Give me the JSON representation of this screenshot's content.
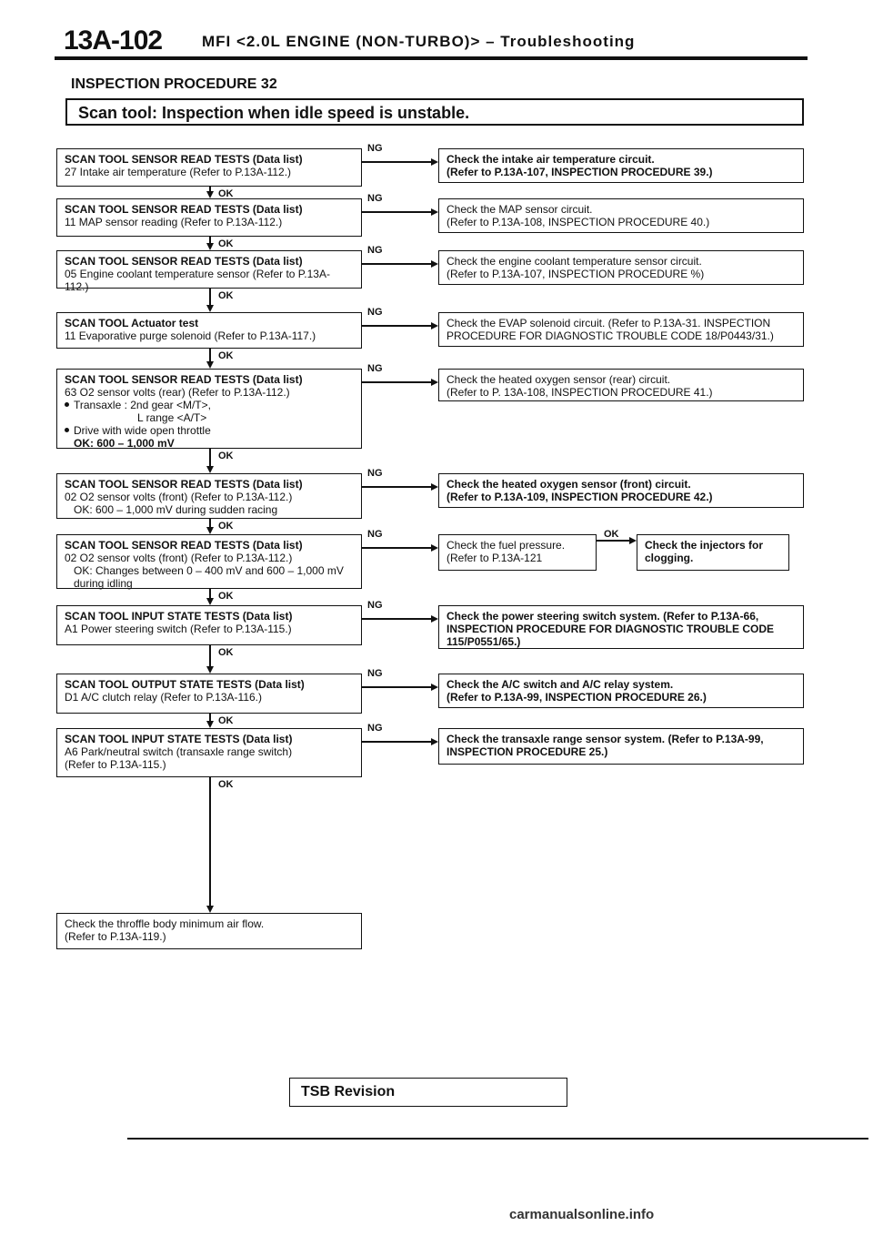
{
  "header": {
    "page_number": "13A-102",
    "title": "MFI <2.0L ENGINE (NON-TURBO)> – Troubleshooting"
  },
  "procedure_title": "INSPECTION PROCEDURE 32",
  "banner": "Scan tool: Inspection when idle speed is unstable.",
  "labels": {
    "ng": "NG",
    "ok": "OK"
  },
  "steps": [
    {
      "title": "SCAN TOOL SENSOR READ TESTS (Data list)",
      "lines": [
        "27 Intake air temperature (Refer to P.13A-112.)"
      ],
      "ng_action": [
        "Check the intake air temperature circuit.",
        "(Refer to P.13A-107, INSPECTION PROCEDURE 39.)"
      ]
    },
    {
      "title": "SCAN TOOL SENSOR READ TESTS (Data list)",
      "lines": [
        "11 MAP sensor reading (Refer to P.13A-112.)"
      ],
      "ng_action": [
        "Check the MAP sensor circuit.",
        "(Refer to P.13A-108, INSPECTION PROCEDURE 40.)"
      ]
    },
    {
      "title": "SCAN TOOL SENSOR READ TESTS (Data list)",
      "lines": [
        "05 Engine coolant temperature sensor (Refer to P.13A-112.)"
      ],
      "ng_action": [
        "Check the engine coolant temperature sensor circuit.",
        "(Refer to P.13A-107, INSPECTION PROCEDURE %)"
      ]
    },
    {
      "title": "SCAN TOOL Actuator test",
      "lines": [
        "11 Evaporative purge solenoid (Refer to P.13A-117.)"
      ],
      "ng_action": [
        "Check the EVAP solenoid circuit. (Refer to P.13A-31. INSPECTION",
        "PROCEDURE FOR DIAGNOSTIC TROUBLE CODE 18/P0443/31.)"
      ]
    },
    {
      "title": "SCAN TOOL SENSOR READ TESTS (Data list)",
      "lines": [
        "63 O2 sensor volts (rear) (Refer to P.13A-112.)",
        "Transaxle : 2nd gear <M/T>,",
        "L range <A/T>",
        "Drive with wide open throttle",
        "OK: 600 – 1,000 mV"
      ],
      "ng_action": [
        "Check the heated oxygen sensor (rear) circuit.",
        "(Refer to P. 13A-108, INSPECTION PROCEDURE 41.)"
      ]
    },
    {
      "title": "SCAN TOOL SENSOR READ TESTS (Data list)",
      "lines": [
        "02 O2 sensor volts (front) (Refer to P.13A-112.)",
        "OK: 600 – 1,000 mV during sudden racing"
      ],
      "ng_action": [
        "Check the heated oxygen sensor (front) circuit.",
        "(Refer to P.13A-109, INSPECTION PROCEDURE 42.)"
      ]
    },
    {
      "title": "SCAN TOOL SENSOR READ TESTS (Data list)",
      "lines": [
        "02 O2 sensor volts (front) (Refer to P.13A-112.)",
        "OK: Changes between 0 – 400 mV and 600 – 1,000 mV",
        "during idling"
      ],
      "ng_action": [
        "Check the fuel pressure.",
        "(Refer to P.13A-121"
      ],
      "ok_action": [
        "Check the injectors for",
        "clogging."
      ]
    },
    {
      "title": "SCAN TOOL INPUT STATE TESTS (Data list)",
      "lines": [
        "A1 Power steering switch (Refer to P.13A-115.)"
      ],
      "ng_action": [
        "Check the power steering switch system. (Refer to P.13A-66,",
        "INSPECTION PROCEDURE FOR DIAGNOSTIC TROUBLE CODE",
        "115/P0551/65.)"
      ]
    },
    {
      "title": "SCAN TOOL OUTPUT STATE TESTS (Data list)",
      "lines": [
        "D1 A/C clutch relay (Refer to P.13A-116.)"
      ],
      "ng_action": [
        "Check the A/C switch and A/C relay system.",
        "(Refer to P.13A-99, INSPECTION PROCEDURE 26.)"
      ]
    },
    {
      "title": "SCAN TOOL INPUT STATE TESTS (Data list)",
      "lines": [
        "A6 Park/neutral switch (transaxle range switch)",
        "(Refer to P.13A-115.)"
      ],
      "ng_action": [
        "Check the transaxle range sensor system. (Refer to P.13A-99,",
        "INSPECTION PROCEDURE 25.)"
      ]
    }
  ],
  "final_step": [
    "Check the throffle body minimum air flow.",
    "(Refer to P.13A-119.)"
  ],
  "tsb": "TSB Revision",
  "footer": "carmanualsonline.info"
}
